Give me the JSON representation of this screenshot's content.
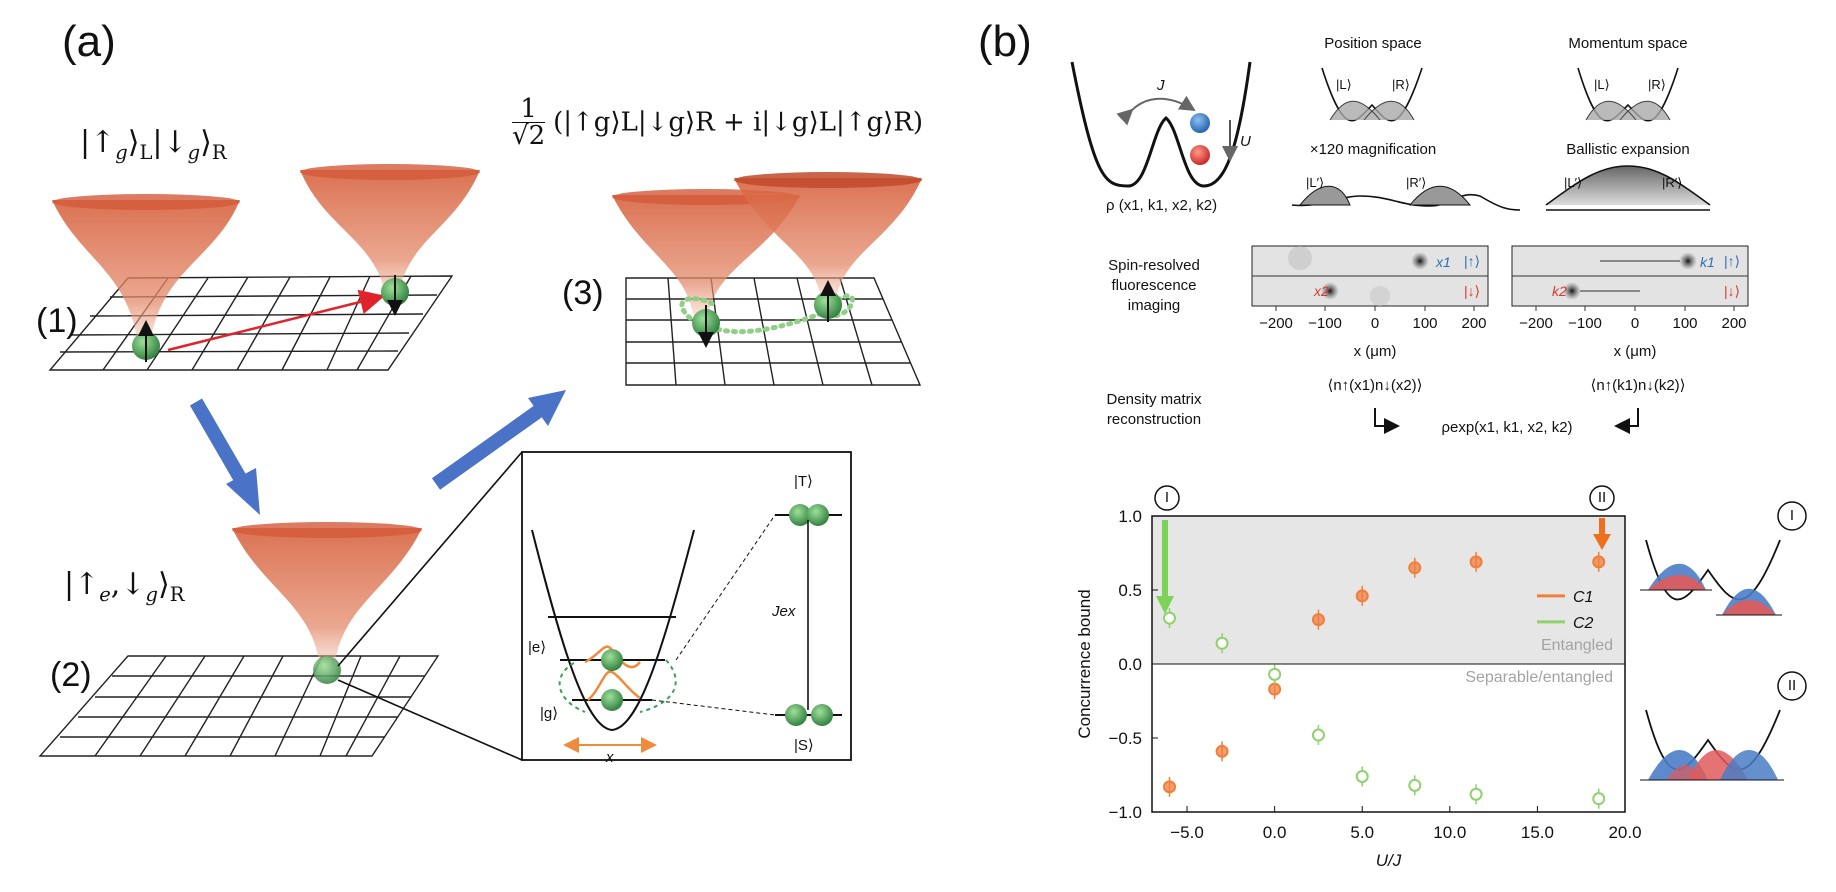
{
  "panel_a": {
    "letter": "(a)",
    "steps": [
      "(1)",
      "(2)",
      "(3)"
    ],
    "state1": {
      "ket1": "|↑",
      "g1": "g",
      "L": "L",
      "ket2": "|↓",
      "g2": "g",
      "R": "R"
    },
    "state2": {
      "ket": "|↑",
      "e": "e",
      "mid": ",↓",
      "g": "g",
      "R": "R"
    },
    "state3": {
      "prefactor_num": "1",
      "prefactor_den": "√2",
      "body": "(|↑g⟩L|↓g⟩R + i|↓g⟩L|↑g⟩R)"
    },
    "inset": {
      "e_label": "|e⟩",
      "g_label": "|g⟩",
      "x_label": "x",
      "T_label": "|T⟩",
      "S_label": "|S⟩",
      "Jex_label": "Jex"
    }
  },
  "panel_b": {
    "letter": "(b)",
    "dw": {
      "J": "J",
      "U": "U",
      "rho": "ρ (x1, k1, x2, k2)"
    },
    "position_space": "Position space",
    "momentum_space": "Momentum space",
    "magnification": "×120 magnification",
    "ballistic": "Ballistic expansion",
    "L": "|L⟩",
    "R": "|R⟩",
    "Lp": "|L′⟩",
    "Rp": "|R′⟩",
    "spin_resolved": [
      "Spin-resolved",
      "fluorescence",
      "imaging"
    ],
    "img_left": {
      "x1": "x1",
      "x2": "x2",
      "up": "|↑⟩",
      "down": "|↓⟩"
    },
    "img_right": {
      "k1": "k1",
      "k2": "k2",
      "up": "|↑⟩",
      "down": "|↓⟩"
    },
    "img_ticks": [
      "−200",
      "−100",
      "0",
      "100",
      "200"
    ],
    "img_axis": "x (μm)",
    "dm_label": [
      "Density matrix",
      "reconstruction"
    ],
    "corr_left": "⟨n↑(x1)n↓(x2)⟩",
    "corr_right": "⟨n↑(k1)n↓(k2)⟩",
    "rho_exp": "ρexp(x1, k1, x2, k2)",
    "marker_I": "I",
    "marker_II": "II"
  },
  "chart_data": {
    "type": "scatter",
    "xlabel": "U/J",
    "ylabel": "Concurrence bound",
    "xlim": [
      -7,
      20
    ],
    "ylim": [
      -1,
      1
    ],
    "xticks": [
      "−5.0",
      "0.0",
      "5.0",
      "10.0",
      "15.0",
      "20.0"
    ],
    "yticks": [
      "1.0",
      "0.5",
      "0.0",
      "−0.5",
      "−1.0"
    ],
    "region_labels": {
      "upper": "Entangled",
      "lower": "Separable/entangled"
    },
    "series": [
      {
        "name": "C1",
        "color": "#f07f3c",
        "x": [
          -6.0,
          -3.0,
          0.0,
          2.5,
          5.0,
          8.0,
          11.5,
          18.5
        ],
        "y": [
          -0.83,
          -0.59,
          -0.17,
          0.3,
          0.46,
          0.65,
          0.69,
          0.69
        ]
      },
      {
        "name": "C2",
        "color": "#8fd16a",
        "x": [
          -6.0,
          -3.0,
          0.0,
          2.5,
          5.0,
          8.0,
          11.5,
          18.5
        ],
        "y": [
          0.31,
          0.14,
          -0.07,
          -0.48,
          -0.76,
          -0.82,
          -0.88,
          -0.91
        ]
      }
    ]
  }
}
